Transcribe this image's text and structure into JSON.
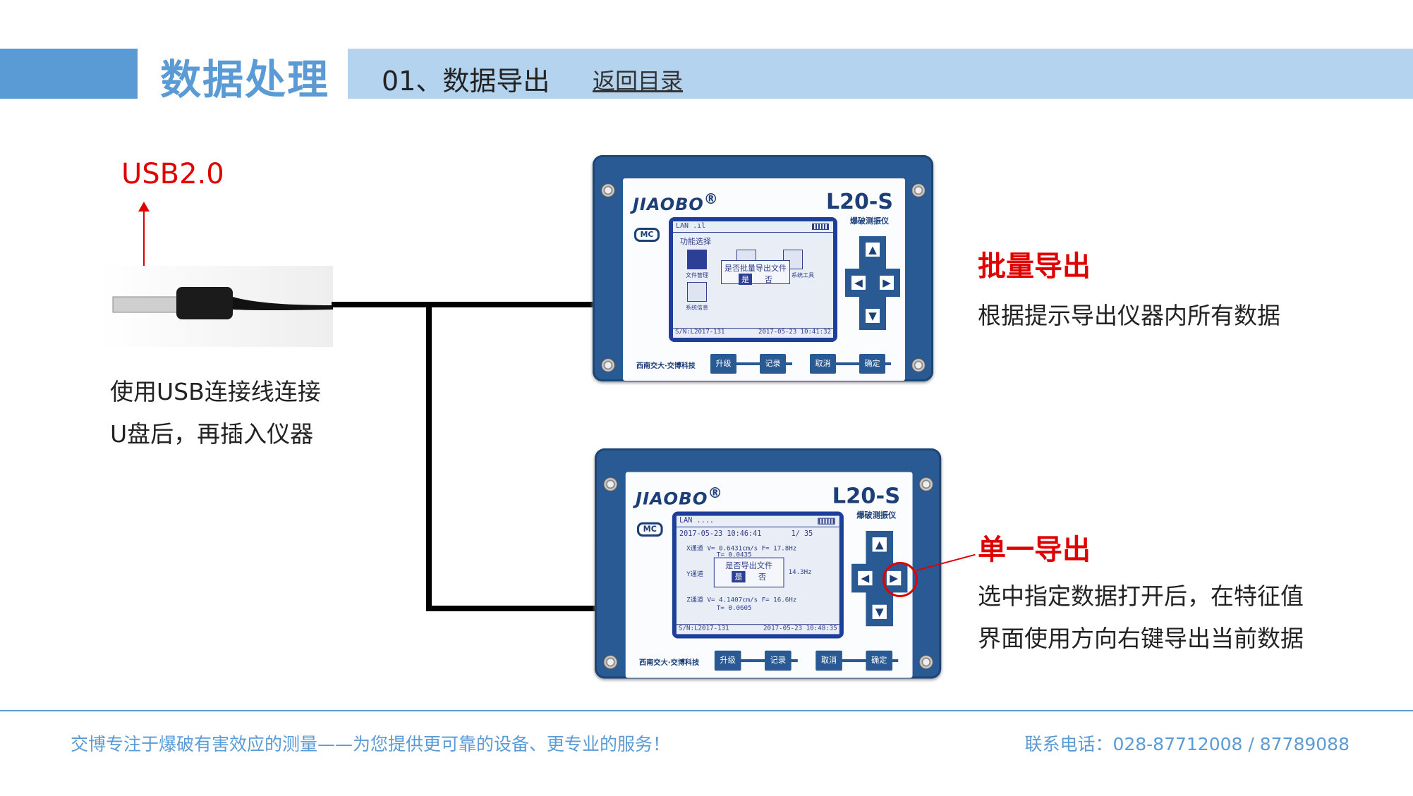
{
  "header": {
    "section_title": "数据处理",
    "subtitle": "01、数据导出",
    "back_link": "返回目录"
  },
  "usb": {
    "label": "USB2.0",
    "desc_line1": "使用USB连接线连接",
    "desc_line2": "U盘后，再插入仪器"
  },
  "device": {
    "brand": "JIAOBO",
    "registered": "®",
    "model": "L20-S",
    "model_sub": "爆破测振仪",
    "cert": "MC",
    "maker": "西南交大·交博科技",
    "keys": [
      "升级",
      "记录",
      "取消",
      "确定"
    ],
    "dpad": {
      "up": "▲",
      "down": "▼",
      "left": "◀",
      "right": "▶"
    }
  },
  "device1_screen": {
    "status": "LAN .ıl",
    "title": "功能选择",
    "icons": [
      "文件管理",
      "系统工具",
      "系统信息"
    ],
    "dialog": "是否批量导出文件",
    "yes": "是",
    "no": "否",
    "sn": "S/N:L2017-131",
    "datetime": "2017-05-23 10:41:32"
  },
  "device2_screen": {
    "status": "LAN ....",
    "record_time": "2017-05-23 10:46:41",
    "record_index": "1/  35",
    "x_row": "X通道 V= 0.6431cm/s F= 17.8Hz",
    "x_t": "T= 0.0435",
    "y_label": "Y通道",
    "y_f": "14.3Hz",
    "z_row": "Z通道 V= 4.1407cm/s F= 16.6Hz",
    "z_t": "T= 0.0605",
    "dialog": "是否导出文件",
    "yes": "是",
    "no": "否",
    "sn": "S/N:L2017-131",
    "datetime": "2017-05-23 10:48:35"
  },
  "batch": {
    "title": "批量导出",
    "desc": "根据提示导出仪器内所有数据"
  },
  "single": {
    "title": "单一导出",
    "desc_line1": "选中指定数据打开后，在特征值",
    "desc_line2": "界面使用方向右键导出当前数据"
  },
  "footer": {
    "slogan": "交博专注于爆破有害效应的测量——为您提供更可靠的设备、更专业的服务！",
    "contact": "联系电话：028-87712008 / 87789088"
  },
  "colors": {
    "accent": "#5b9bd5",
    "band": "#b4d3ee",
    "highlight": "#e00000",
    "device": "#2a5a93"
  }
}
